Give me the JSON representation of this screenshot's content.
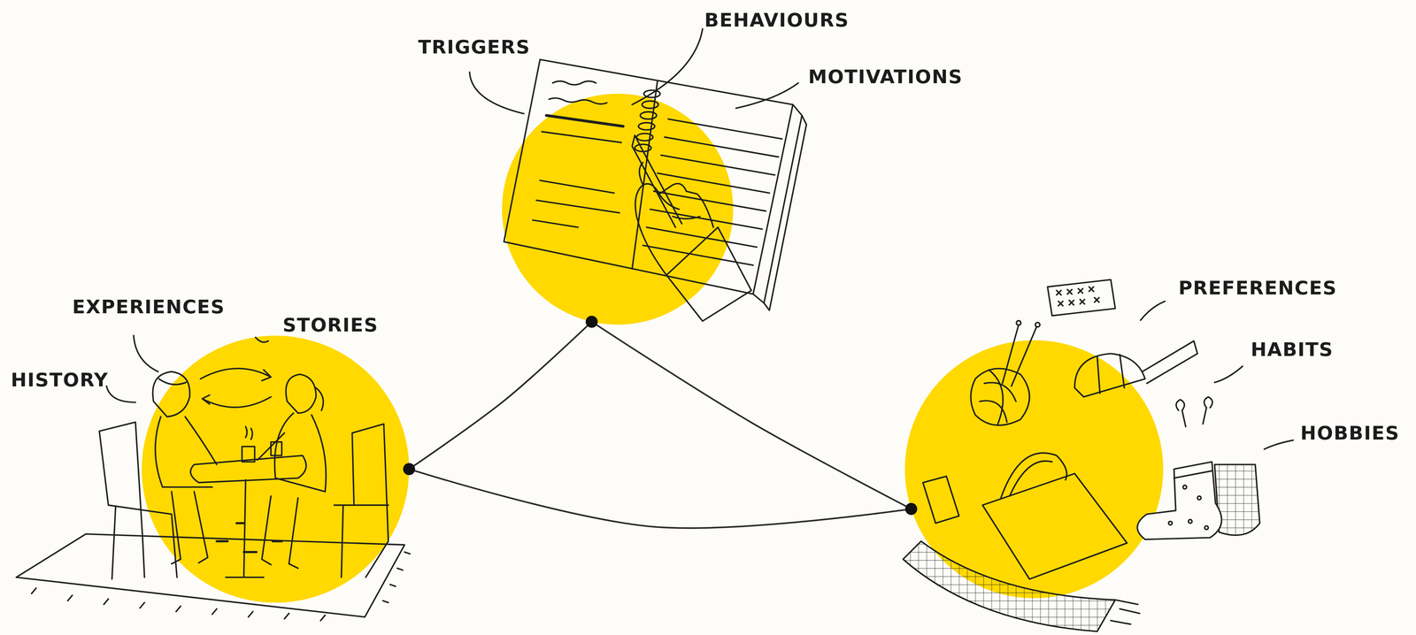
{
  "diagram": {
    "nodes": [
      {
        "text": [
          "TRIGGERS",
          "BEHAVIOURS",
          "MOTIVATIONS"
        ]
      },
      {
        "text": [
          "EXPERIENCES",
          "STORIES",
          "HISTORY"
        ]
      },
      {
        "text": [
          "PREFERENCES",
          "HABITS",
          "HOBBIES"
        ]
      }
    ],
    "edges": [
      {
        "from": 1,
        "to": 0,
        "arrow": "none"
      },
      {
        "from": 0,
        "to": 2,
        "arrow": "none"
      },
      {
        "from": 1,
        "to": 2,
        "arrow": "none"
      }
    ]
  }
}
